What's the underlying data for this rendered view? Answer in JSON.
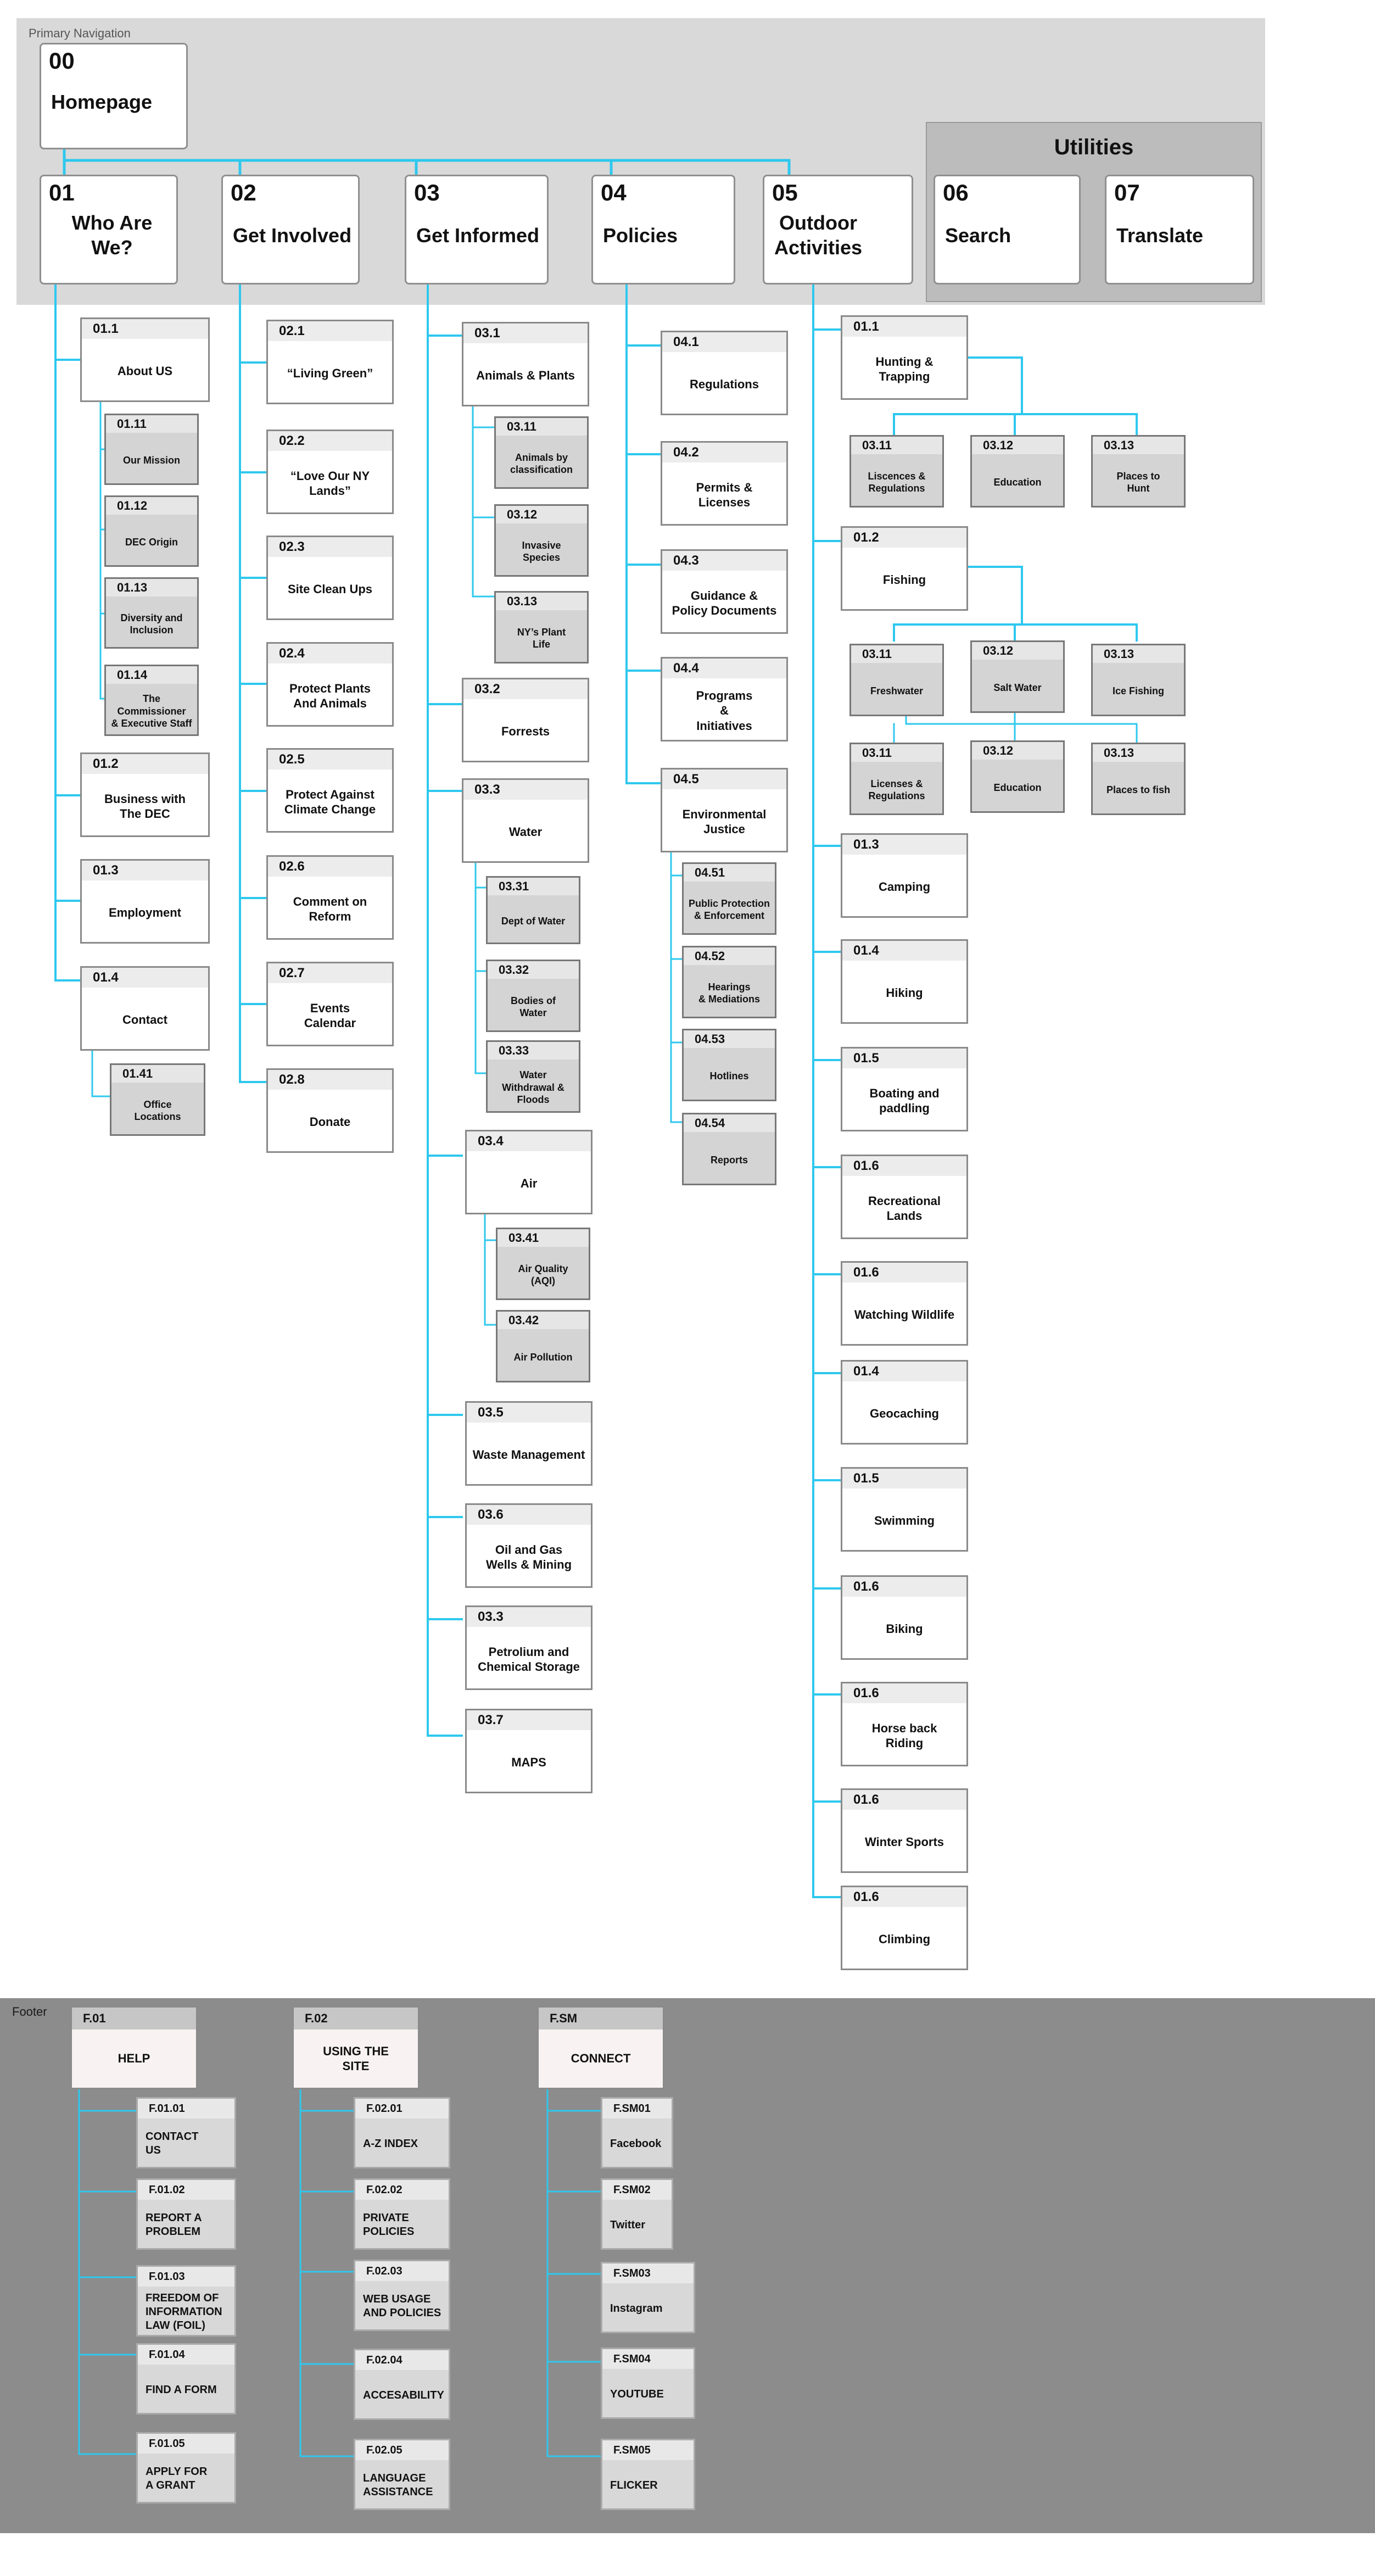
{
  "primary_nav": {
    "label": "Primary Navigation"
  },
  "utilities": {
    "title": "Utilities"
  },
  "footer": {
    "label": "Footer"
  },
  "colors": {
    "connector": "#2ec8ee",
    "nav_region": "#d9d9d9",
    "utilities_region": "#bcbcbc",
    "footer_region": "#8c8c8c"
  },
  "nodes": [
    {
      "id": "00",
      "label": "Homepage"
    },
    {
      "id": "01",
      "label": "Who Are We?"
    },
    {
      "id": "02",
      "label": "Get Involved"
    },
    {
      "id": "03",
      "label": "Get Informed"
    },
    {
      "id": "04",
      "label": "Policies"
    },
    {
      "id": "05",
      "label": "Outdoor\nActivities"
    },
    {
      "id": "06",
      "label": "Search"
    },
    {
      "id": "07",
      "label": "Translate"
    },
    {
      "id": "01.1",
      "label": "About US"
    },
    {
      "id": "01.11",
      "label": "Our Mission"
    },
    {
      "id": "01.12",
      "label": "DEC Origin"
    },
    {
      "id": "01.13",
      "label": "Diversity and\nInclusion"
    },
    {
      "id": "01.14",
      "label": "The Commissioner\n& Executive Staff"
    },
    {
      "id": "01.2",
      "label": "Business with\nThe DEC"
    },
    {
      "id": "01.3",
      "label": "Employment"
    },
    {
      "id": "01.4",
      "label": "Contact"
    },
    {
      "id": "01.41",
      "label": "Office\nLocations"
    },
    {
      "id": "02.1",
      "label": "“Living Green”"
    },
    {
      "id": "02.2",
      "label": "“Love Our NY\nLands”"
    },
    {
      "id": "02.3",
      "label": "Site Clean Ups"
    },
    {
      "id": "02.4",
      "label": "Protect Plants\nAnd Animals"
    },
    {
      "id": "02.5",
      "label": "Protect Against\nClimate Change"
    },
    {
      "id": "02.6",
      "label": "Comment on\nReform"
    },
    {
      "id": "02.7",
      "label": "Events\nCalendar"
    },
    {
      "id": "02.8",
      "label": "Donate"
    },
    {
      "id": "03.1",
      "label": "Animals & Plants"
    },
    {
      "id": "03.11",
      "label": "Animals by\nclassification"
    },
    {
      "id": "03.12",
      "label": "Invasive\nSpecies"
    },
    {
      "id": "03.13",
      "label": "NY’s Plant\nLife"
    },
    {
      "id": "03.2",
      "label": "Forrests"
    },
    {
      "id": "03.3",
      "label": "Water"
    },
    {
      "id": "03.31",
      "label": "Dept of Water"
    },
    {
      "id": "03.32",
      "label": "Bodies of\nWater"
    },
    {
      "id": "03.33",
      "label": "Water\nWithdrawal &\nFloods"
    },
    {
      "id": "03.4",
      "label": "Air"
    },
    {
      "id": "03.41",
      "label": "Air Quality\n(AQI)"
    },
    {
      "id": "03.42",
      "label": "Air Pollution"
    },
    {
      "id": "03.5",
      "label": "Waste Management"
    },
    {
      "id": "03.6",
      "label": "Oil and Gas\nWells & Mining"
    },
    {
      "id": "03.3",
      "label": "Petrolium and\nChemical Storage"
    },
    {
      "id": "03.7",
      "label": "MAPS"
    },
    {
      "id": "04.1",
      "label": "Regulations"
    },
    {
      "id": "04.2",
      "label": "Permits &\nLicenses"
    },
    {
      "id": "04.3",
      "label": "Guidance &\nPolicy Documents"
    },
    {
      "id": "04.4",
      "label": "Programs\n&\nInitiatives"
    },
    {
      "id": "04.5",
      "label": "Environmental\nJustice"
    },
    {
      "id": "04.51",
      "label": "Public Protection\n& Enforcement"
    },
    {
      "id": "04.52",
      "label": "Hearings\n& Mediations"
    },
    {
      "id": "04.53",
      "label": "Hotlines"
    },
    {
      "id": "04.54",
      "label": "Reports"
    },
    {
      "id": "01.1",
      "label": "Hunting &\nTrapping"
    },
    {
      "id": "03.11",
      "label": "Liscences &\nRegulations"
    },
    {
      "id": "03.12",
      "label": "Education"
    },
    {
      "id": "03.13",
      "label": "Places to\nHunt"
    },
    {
      "id": "01.2",
      "label": "Fishing"
    },
    {
      "id": "03.11",
      "label": "Freshwater"
    },
    {
      "id": "03.12",
      "label": "Salt Water"
    },
    {
      "id": "03.13",
      "label": "Ice Fishing"
    },
    {
      "id": "03.11",
      "label": "Licenses &\nRegulations"
    },
    {
      "id": "03.12",
      "label": "Education"
    },
    {
      "id": "03.13",
      "label": "Places to fish"
    },
    {
      "id": "01.3",
      "label": "Camping"
    },
    {
      "id": "01.4",
      "label": "Hiking"
    },
    {
      "id": "01.5",
      "label": "Boating and\npaddling"
    },
    {
      "id": "01.6",
      "label": "Recreational\nLands"
    },
    {
      "id": "01.6",
      "label": "Watching Wildlife"
    },
    {
      "id": "01.4",
      "label": "Geocaching"
    },
    {
      "id": "01.5",
      "label": "Swimming"
    },
    {
      "id": "01.6",
      "label": "Biking"
    },
    {
      "id": "01.6",
      "label": "Horse back\nRiding"
    },
    {
      "id": "01.6",
      "label": "Winter Sports"
    },
    {
      "id": "01.6",
      "label": "Climbing"
    },
    {
      "id": "F.01",
      "label": "HELP"
    },
    {
      "id": "F.02",
      "label": "USING THE\nSITE"
    },
    {
      "id": "F.SM",
      "label": "CONNECT"
    },
    {
      "id": "F.01.01",
      "label": "CONTACT\nUS"
    },
    {
      "id": "F.01.02",
      "label": "REPORT A\nPROBLEM"
    },
    {
      "id": "F.01.03",
      "label": "FREEDOM OF\nINFORMATION\nLAW (FOIL)"
    },
    {
      "id": "F.01.04",
      "label": "FIND A FORM"
    },
    {
      "id": "F.01.05",
      "label": "APPLY FOR\nA GRANT"
    },
    {
      "id": "F.02.01",
      "label": "A-Z INDEX"
    },
    {
      "id": "F.02.02",
      "label": "PRIVATE\nPOLICIES"
    },
    {
      "id": "F.02.03",
      "label": "WEB USAGE\nAND POLICIES"
    },
    {
      "id": "F.02.04",
      "label": "ACCESABILITY"
    },
    {
      "id": "F.02.05",
      "label": "LANGUAGE\nASSISTANCE"
    },
    {
      "id": "F.SM01",
      "label": "Facebook"
    },
    {
      "id": "F.SM02",
      "label": "Twitter"
    },
    {
      "id": "F.SM03",
      "label": "Instagram"
    },
    {
      "id": "F.SM04",
      "label": "YOUTUBE"
    },
    {
      "id": "F.SM05",
      "label": "FLICKER"
    }
  ]
}
